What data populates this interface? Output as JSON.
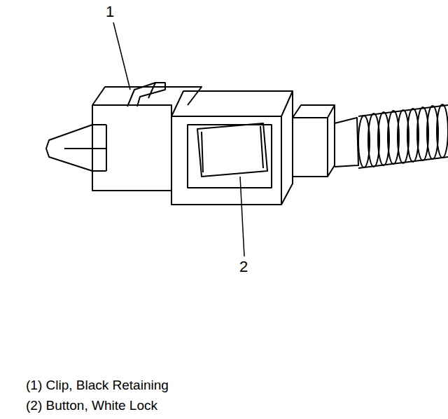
{
  "diagram": {
    "labels": [
      "1",
      "2",
      "(1) Clip, Black Retaining",
      "(2) Button, White Lock"
    ]
  }
}
